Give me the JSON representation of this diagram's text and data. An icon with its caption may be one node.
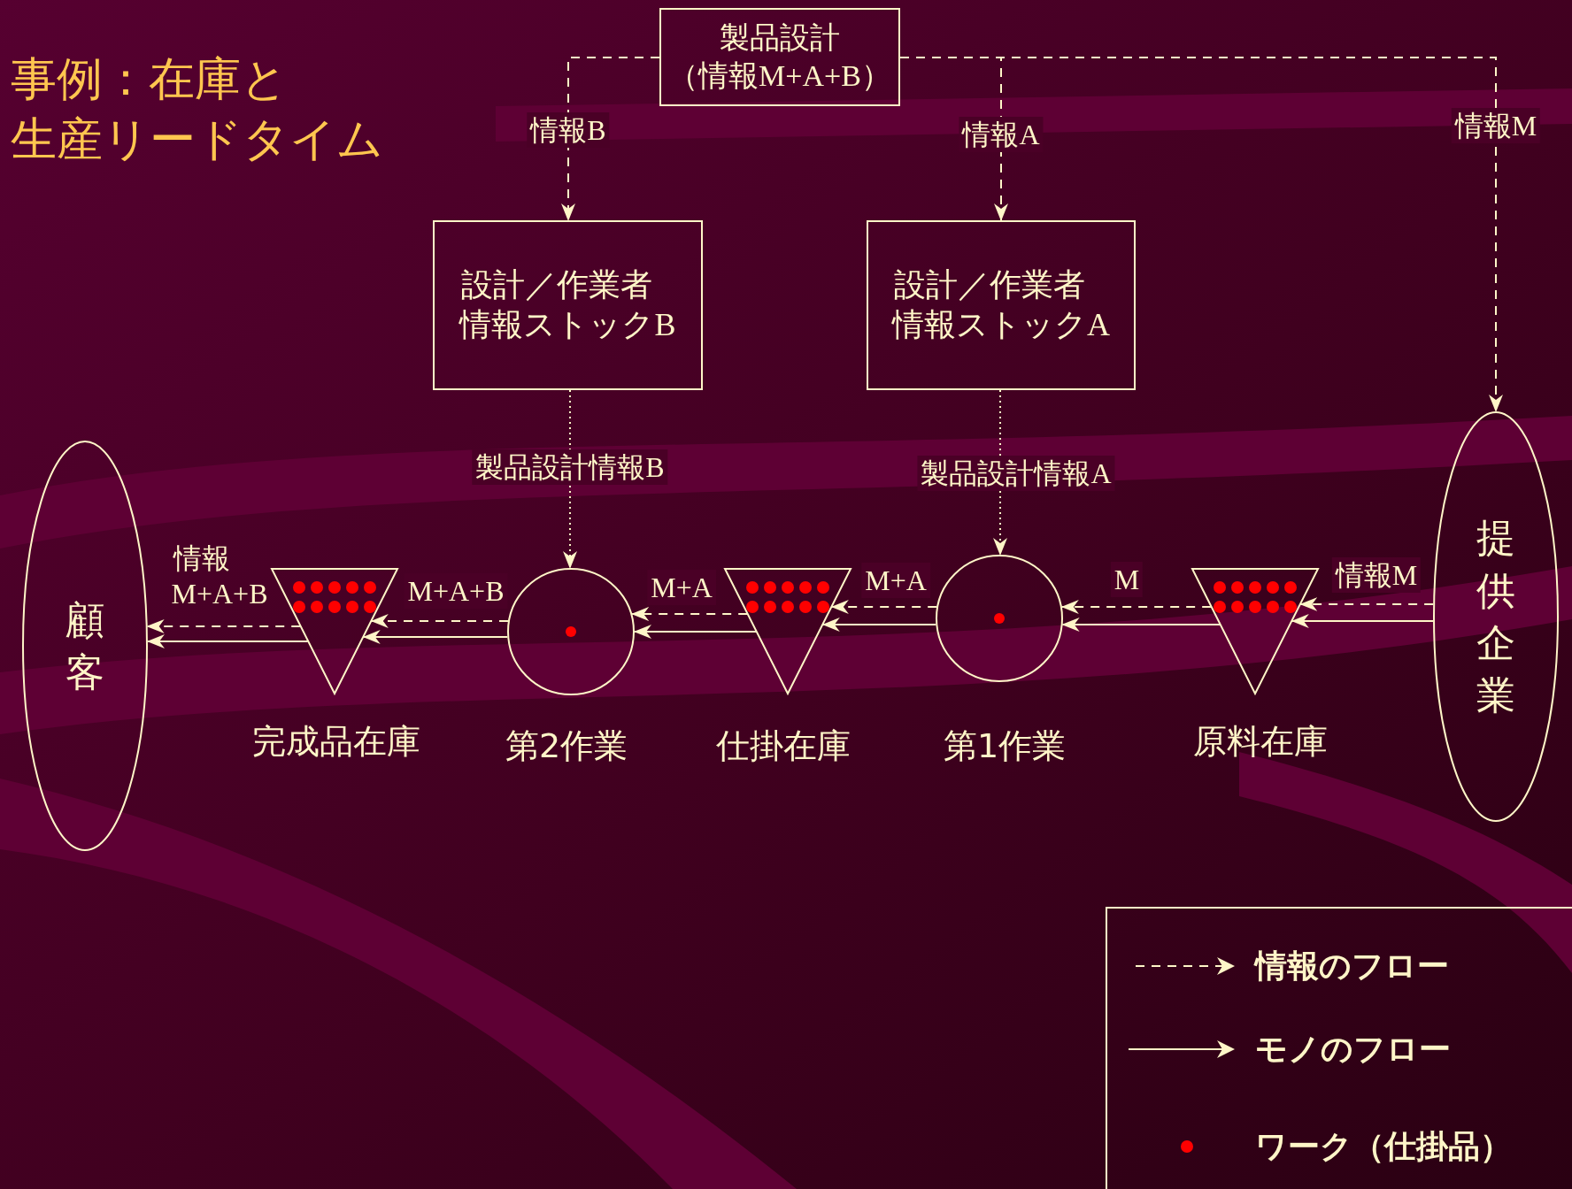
{
  "diagram": {
    "title": "事例：在庫と生産リードタイム",
    "nodes": [
      {
        "text": [
          "製品設計",
          "（情報M+A+B）"
        ]
      },
      {
        "text": [
          "設計／作業者情報ストックB"
        ]
      },
      {
        "text": [
          "設計／作業者情報ストックA"
        ]
      },
      {
        "text": [
          "顧客"
        ]
      },
      {
        "text": [],
        "shape": "triangle",
        "beside": [
          "完成品在庫"
        ]
      },
      {
        "text": [],
        "shape": "circle",
        "beside": [
          "第2作業"
        ]
      },
      {
        "text": [],
        "shape": "triangle",
        "beside": [
          "仕掛在庫"
        ]
      },
      {
        "text": [],
        "shape": "circle",
        "beside": [
          "第1作業"
        ]
      },
      {
        "text": [],
        "shape": "triangle",
        "beside": [
          "原料在庫"
        ]
      },
      {
        "text": [
          "提供企業"
        ]
      }
    ],
    "edges": [
      {
        "from": 0,
        "to": 1,
        "arrow": "to",
        "style": "dashed",
        "label": "情報B"
      },
      {
        "from": 0,
        "to": 2,
        "arrow": "to",
        "style": "dashed",
        "label": "情報A"
      },
      {
        "from": 0,
        "to": 9,
        "arrow": "to",
        "style": "dashed",
        "label": "情報M"
      },
      {
        "from": 1,
        "to": 5,
        "arrow": "to",
        "style": "dashed",
        "label": "製品設計情報B"
      },
      {
        "from": 2,
        "to": 7,
        "arrow": "to",
        "style": "dashed",
        "label": "製品設計情報A"
      },
      {
        "from": 9,
        "to": 8,
        "arrow": "to",
        "style": "dashed",
        "label": "情報M"
      },
      {
        "from": 9,
        "to": 8,
        "arrow": "to"
      },
      {
        "from": 8,
        "to": 7,
        "arrow": "to",
        "style": "dashed",
        "label": "M"
      },
      {
        "from": 8,
        "to": 7,
        "arrow": "to"
      },
      {
        "from": 7,
        "to": 6,
        "arrow": "to",
        "style": "dashed",
        "label": "M+A"
      },
      {
        "from": 7,
        "to": 6,
        "arrow": "to"
      },
      {
        "from": 6,
        "to": 5,
        "arrow": "to",
        "style": "dashed",
        "label": "M+A"
      },
      {
        "from": 6,
        "to": 5,
        "arrow": "to"
      },
      {
        "from": 5,
        "to": 4,
        "arrow": "to",
        "style": "dashed",
        "label": "M+A+B"
      },
      {
        "from": 5,
        "to": 4,
        "arrow": "to"
      },
      {
        "from": 4,
        "to": 3,
        "arrow": "to",
        "style": "dashed",
        "label": "情報M+A+B"
      },
      {
        "from": 4,
        "to": 3,
        "arrow": "to"
      }
    ],
    "legend": [
      {
        "text": "情報のフロー"
      },
      {
        "text": "モノのフロー"
      },
      {
        "text": "ワーク（仕掛品）",
        "color": "#ff0000"
      }
    ]
  }
}
